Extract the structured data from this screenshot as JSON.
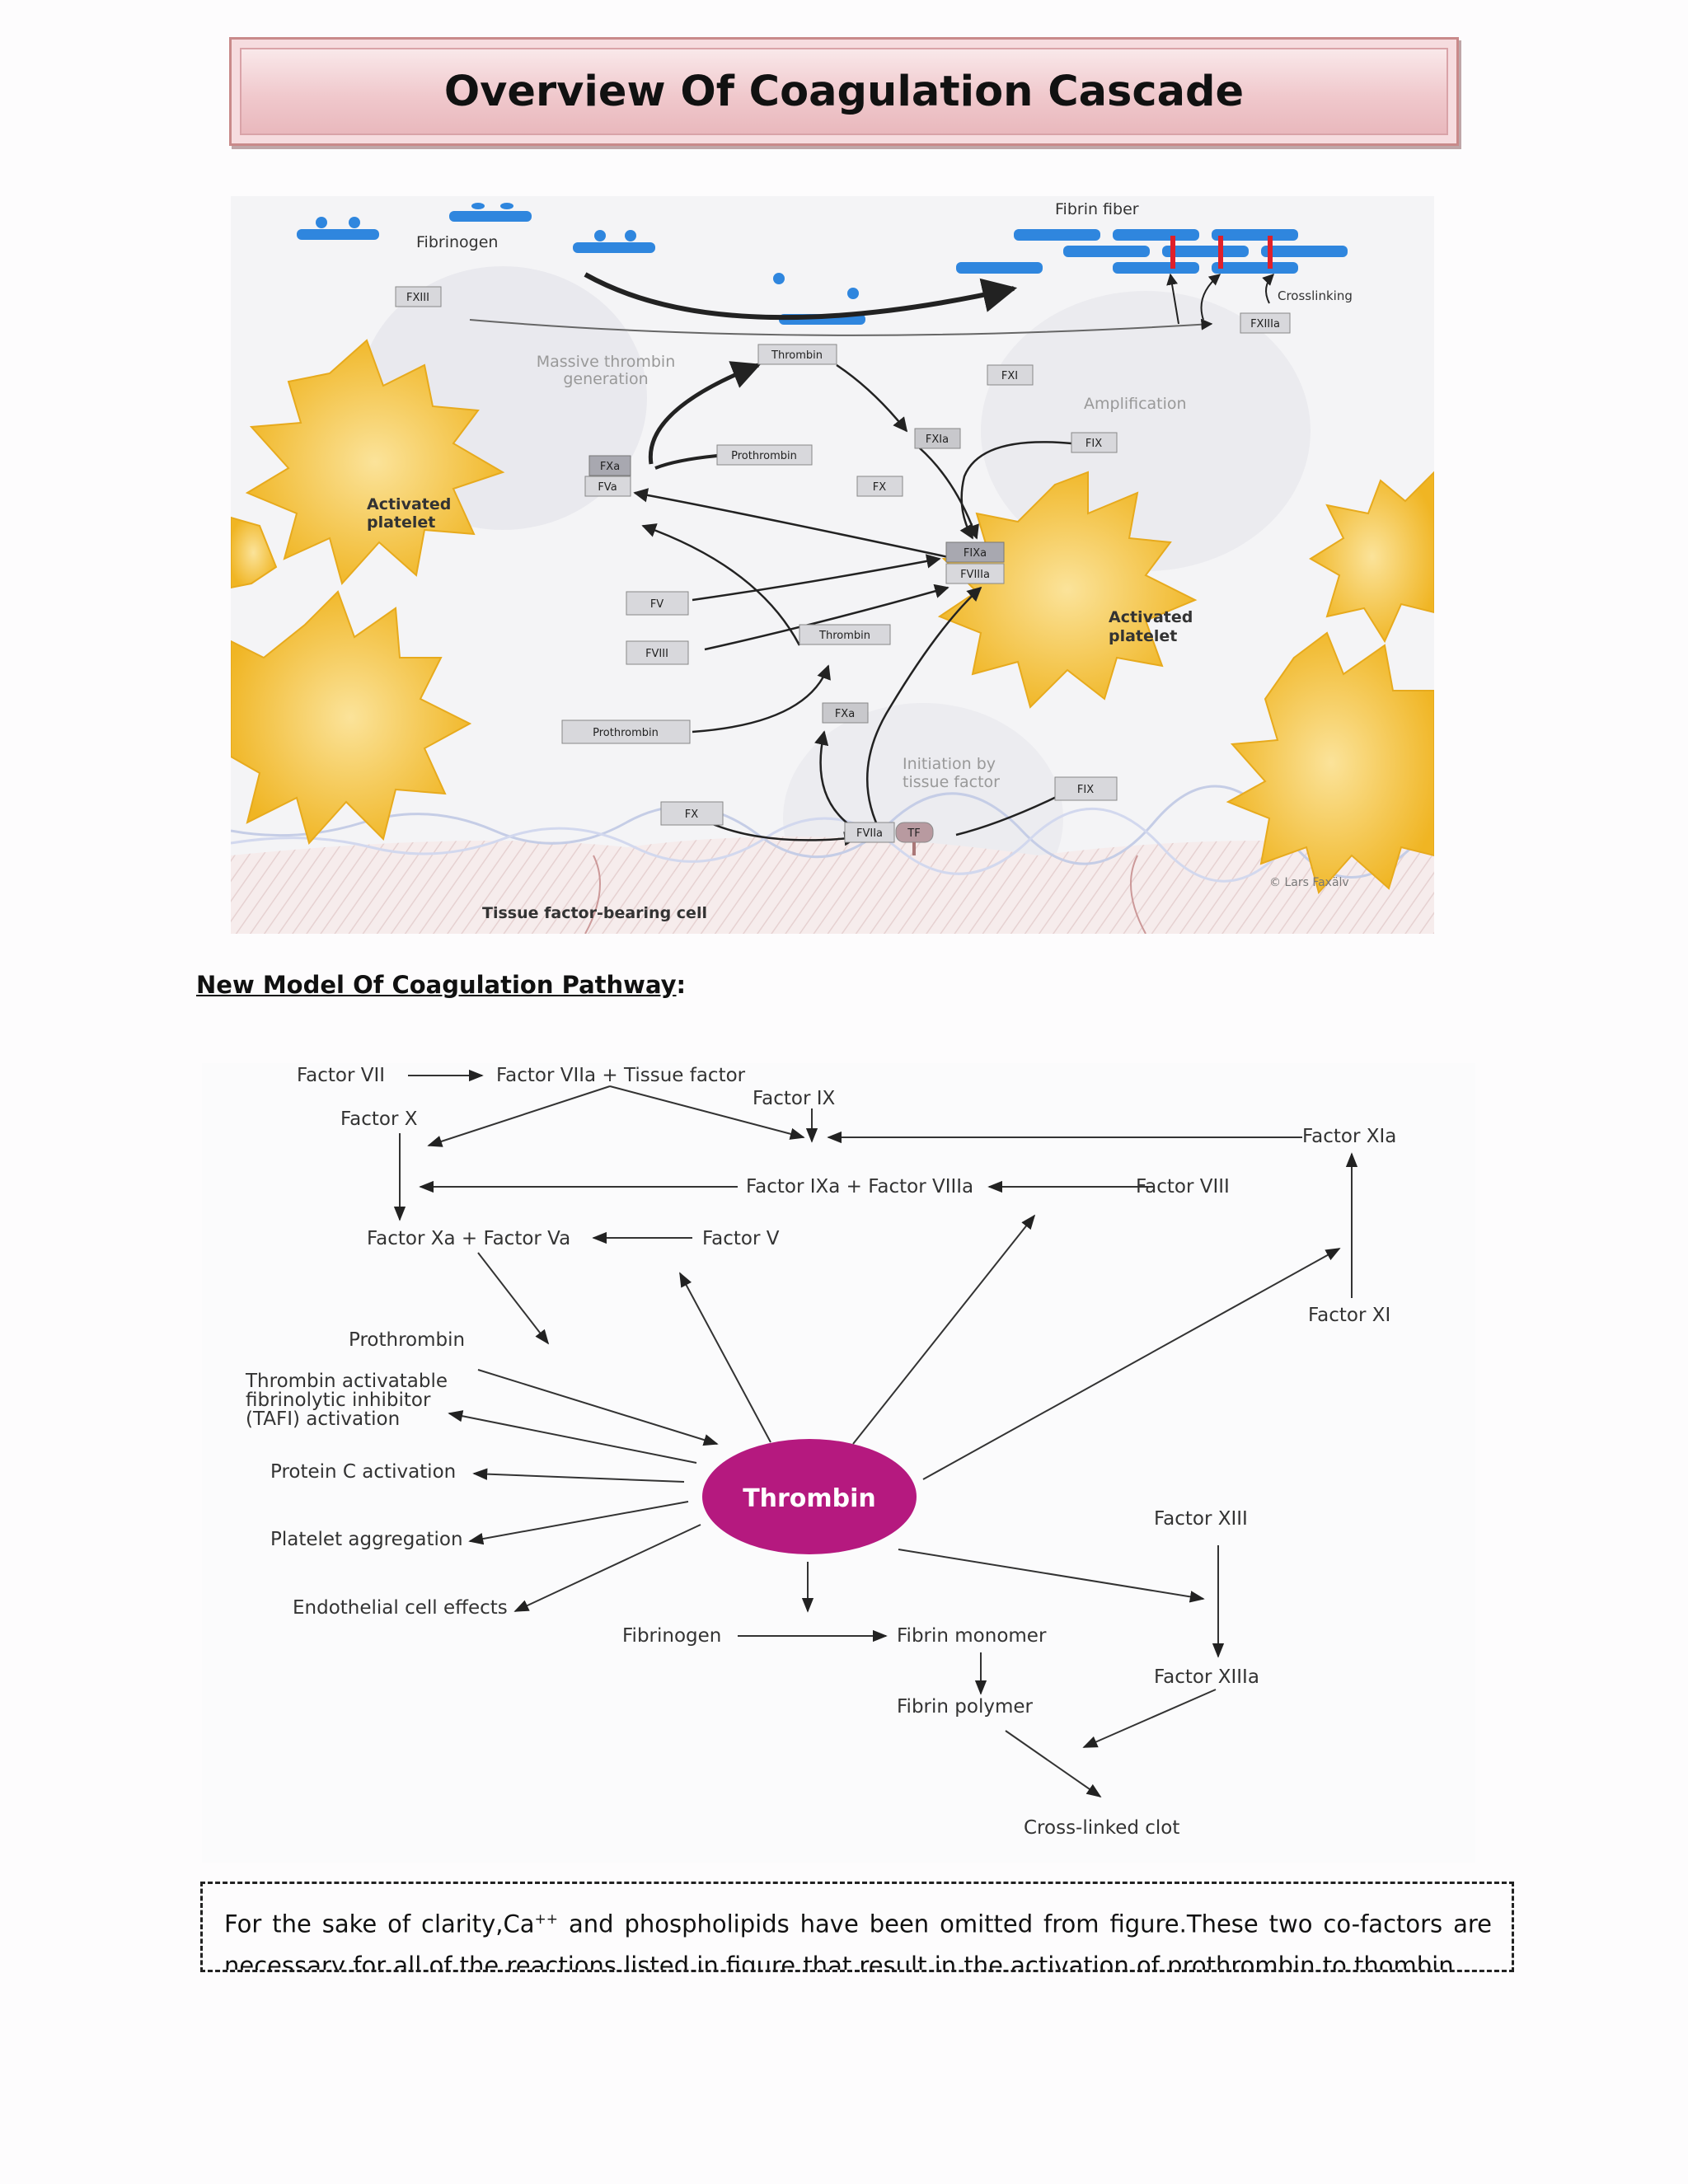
{
  "page_title": "Overview Of Coagulation Cascade",
  "cascade": {
    "labels": {
      "fibrinogen": "Fibrinogen",
      "fibrin_fiber": "Fibrin fiber",
      "crosslinking": "Crosslinking",
      "massive_l1": "Massive thrombin",
      "massive_l2": "generation",
      "amplification": "Amplification",
      "activated_platelet_l1": "Activated",
      "activated_platelet_l2": "platelet",
      "initiation_l1": "Initiation by",
      "initiation_l2": "tissue factor",
      "tissue_cell": "Tissue factor-bearing cell",
      "copyright": "© Lars Faxälv"
    },
    "boxes": {
      "fxiii": "FXIII",
      "fxiiia": "FXIIIa",
      "thrombin_top": "Thrombin",
      "fxi": "FXI",
      "fxia": "FXIa",
      "fix_top": "FIX",
      "prothrombin_top": "Prothrombin",
      "fxa_top": "FXa",
      "fva": "FVa",
      "fx_mid": "FX",
      "fixa": "FIXa",
      "fviiia": "FVIIIa",
      "fv": "FV",
      "fviii": "FVIII",
      "thrombin_mid": "Thrombin",
      "fxa_bottom": "FXa",
      "prothrombin_bottom": "Prothrombin",
      "fix_bottom": "FIX",
      "fx_bottom": "FX",
      "fviia": "FVIIa",
      "tf": "TF"
    }
  },
  "section_heading": {
    "text": "New Model Of Coagulation Pathway",
    "suffix": ":"
  },
  "model": {
    "factor_vii": "Factor VII",
    "factor_viia_tf": "Factor VIIa  + Tissue factor",
    "factor_ix": "Factor IX",
    "factor_x": "Factor X",
    "factor_xia": "Factor XIa",
    "factor_ixa_viiia": "Factor IXa + Factor VIIIa",
    "factor_viii": "Factor VIII",
    "factor_xa_va": "Factor Xa + Factor Va",
    "factor_v": "Factor V",
    "factor_xi": "Factor XI",
    "prothrombin": "Prothrombin",
    "tafi_l1": "Thrombin activatable",
    "tafi_l2": "fibrinolytic inhibitor",
    "tafi_l3": "(TAFI) activation",
    "protein_c": "Protein C activation",
    "platelet_aggregation": "Platelet aggregation",
    "endothelial": "Endothelial cell effects",
    "thrombin": "Thrombin",
    "factor_xiii": "Factor XIII",
    "fibrinogen": "Fibrinogen",
    "fibrin_monomer": "Fibrin monomer",
    "factor_xiiia": "Factor XIIIa",
    "fibrin_polymer": "Fibrin polymer",
    "cross_linked_clot": "Cross-linked clot"
  },
  "note": {
    "line1_a": "For the sake of clarity,Ca",
    "line1_sup": "++",
    "line1_b": " and phospholipids have been omitted from figure.These two co-factors are",
    "line2": "necessary for all of the reactions listed in figure that result in the activation of prothrombin to thombin"
  },
  "colors": {
    "platelet": "#f5c13a",
    "fibrin": "#2f86de",
    "thrombin_node": "#b5197f",
    "banner": "#f0c8cc"
  }
}
